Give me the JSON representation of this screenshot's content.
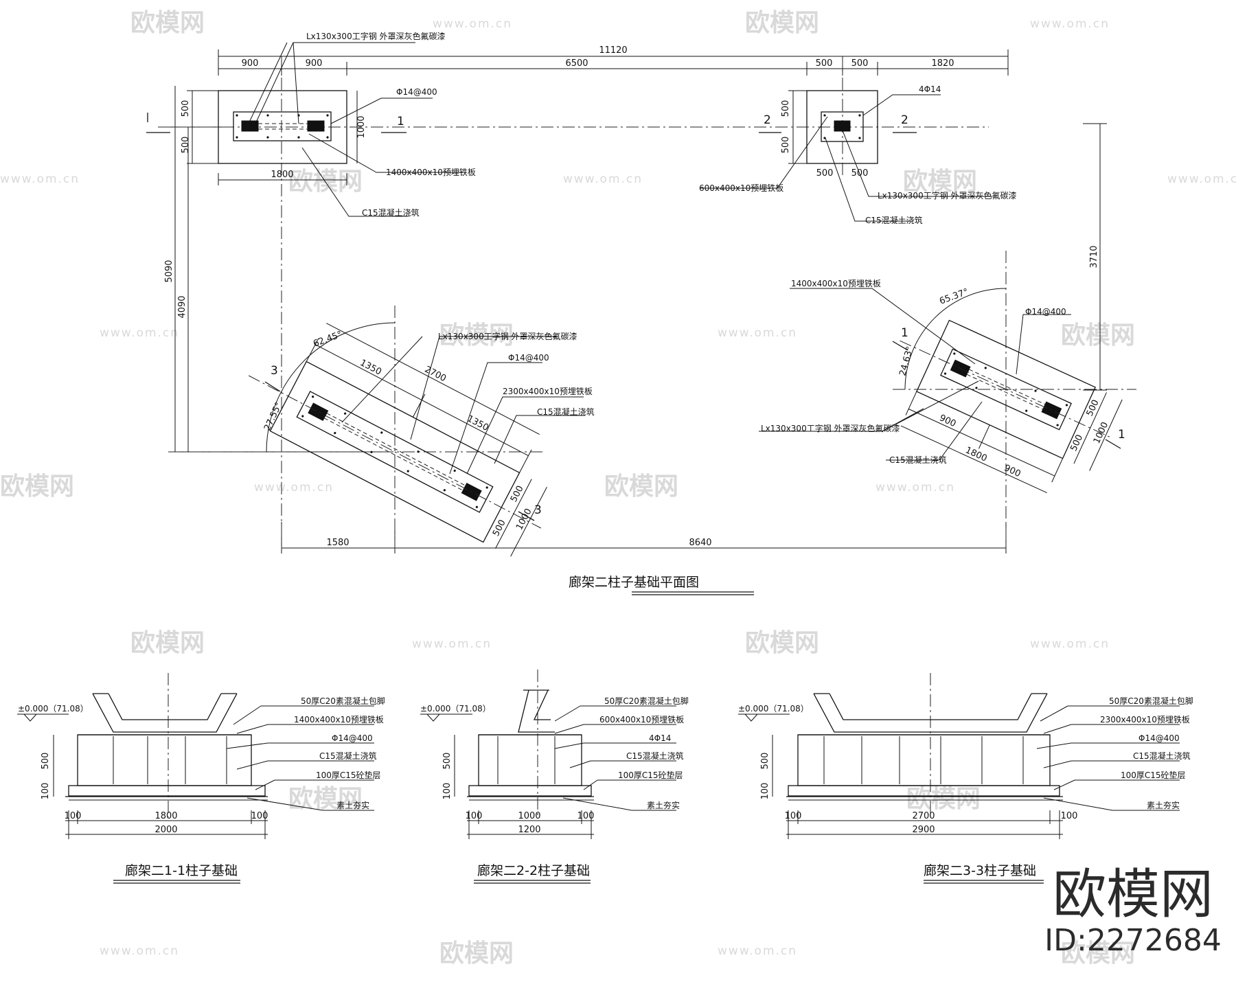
{
  "watermark": {
    "brand": "欧模网",
    "site": "www.om.cn"
  },
  "brand": {
    "name": "欧模网",
    "id": "ID:2272684"
  },
  "plan": {
    "title": "廊架二柱子基础平面图",
    "dims": {
      "overall": "11120",
      "d900a": "900",
      "d900b": "900",
      "d6500": "6500",
      "d500a": "500",
      "d500b": "500",
      "d1820": "1820",
      "left5090": "5090",
      "left4090": "4090",
      "right3710": "3710",
      "f1_500a": "500",
      "f1_500b": "500",
      "f1_1000": "1000",
      "f1_1800": "1800",
      "f2_500a": "500",
      "f2_500b": "500",
      "f2_500c": "500",
      "f2_500d": "500",
      "bot1580": "1580",
      "bot8640": "8640",
      "f3_1350a": "1350",
      "f3_2700": "2700",
      "f3_1350b": "1350",
      "f3_500a": "500",
      "f3_1000": "1000",
      "f3_500b": "500",
      "f4_900a": "900",
      "f4_1800": "1800",
      "f4_900b": "900",
      "f4_500a": "500",
      "f4_1000": "1000",
      "f4_500b": "500"
    },
    "angles": {
      "a1": "62.45°",
      "a2": "27.55°",
      "a3": "65.37°",
      "a4": "24.63°"
    },
    "section_marks": {
      "s1": "1",
      "s2": "2",
      "s3": "3"
    },
    "notes": {
      "steel": "Lx130x300工字钢 外罩深灰色氟碳漆",
      "rebar": "Φ14@400",
      "plate1400": "1400x400x10预埋铁板",
      "c15": "C15混凝土浇筑",
      "rebar4": "4Φ14",
      "plate600": "600x400x10预埋铁板",
      "plate2300": "2300x400x10预埋铁板"
    }
  },
  "sections": {
    "level": "±0.000（71.08）",
    "s1": {
      "title": "廊架二1-1柱子基础",
      "notes": [
        "50厚C20素混凝土包脚",
        "1400x400x10预埋铁板",
        "Φ14@400",
        "C15混凝土浇筑",
        "100厚C15砼垫层",
        "素土夯实"
      ],
      "h500": "500",
      "h100": "100",
      "w100a": "100",
      "w_inner": "1800",
      "w100b": "100",
      "w_total": "2000"
    },
    "s2": {
      "title": "廊架二2-2柱子基础",
      "notes": [
        "50厚C20素混凝土包脚",
        "600x400x10预埋铁板",
        "4Φ14",
        "C15混凝土浇筑",
        "100厚C15砼垫层",
        "素土夯实"
      ],
      "h500": "500",
      "h100": "100",
      "w100a": "100",
      "w_inner": "1000",
      "w100b": "100",
      "w_total": "1200"
    },
    "s3": {
      "title": "廊架二3-3柱子基础",
      "notes": [
        "50厚C20素混凝土包脚",
        "2300x400x10预埋铁板",
        "Φ14@400",
        "C15混凝土浇筑",
        "100厚C15砼垫层",
        "素土夯实"
      ],
      "h500": "500",
      "h100": "100",
      "w100a": "100",
      "w_inner": "2700",
      "w100b": "100",
      "w_total": "2900"
    }
  }
}
